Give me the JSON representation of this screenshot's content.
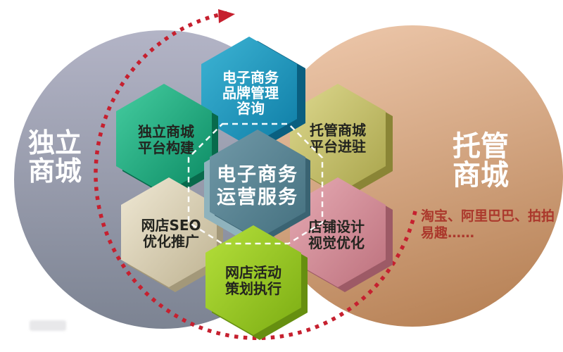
{
  "circles": {
    "left": {
      "label_lines": [
        "独立",
        "商城"
      ],
      "color": "#9aa0b4"
    },
    "right": {
      "label_lines": [
        "托管",
        "商城"
      ],
      "color": "#c9976e",
      "platform_lines": [
        "淘宝、阿里巴巴、拍拍",
        "易趣……"
      ]
    }
  },
  "hexagons": {
    "center": {
      "lines": [
        "电子商务",
        "运营服务"
      ],
      "color": "#4f7d8d"
    },
    "top": {
      "lines": [
        "电子商务",
        "品牌管理",
        "咨询"
      ],
      "color": "#1a9ec0"
    },
    "upper_left": {
      "lines": [
        "独立商城",
        "平台构建"
      ],
      "color": "#16a97a"
    },
    "upper_right": {
      "lines": [
        "托管商城",
        "平台进驻"
      ],
      "color": "#c5c06a"
    },
    "lower_left": {
      "lines": [
        "网店SEO",
        "优化推广"
      ],
      "color": "#d9cfb2"
    },
    "lower_right": {
      "lines": [
        "店铺设计",
        "视觉优化"
      ],
      "color": "#d2919c"
    },
    "bottom": {
      "lines": [
        "网店活动",
        "策划执行"
      ],
      "color": "#9ccb27"
    }
  },
  "arrow": {
    "style": "dotted-ellipse",
    "color": "#c6202f"
  },
  "accents": {
    "dashed_outline": "#ffffff",
    "brand_text": "#ab382c"
  }
}
